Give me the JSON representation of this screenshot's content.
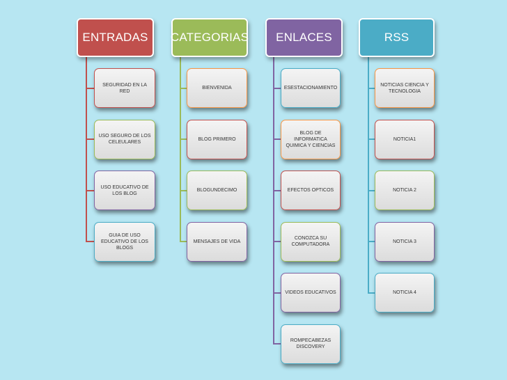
{
  "columns": [
    {
      "header": "ENTRADAS",
      "header_color": "#c0504d",
      "items": [
        {
          "label": "SEGURIDAD EN LA RED",
          "border": "#c0504d"
        },
        {
          "label": "USO SEGURO DE LOS CELEULARES",
          "border": "#9bbb59"
        },
        {
          "label": "USO EDUCATIVO DE LOS BLOG",
          "border": "#8064a2"
        },
        {
          "label": "GUIA DE USO EDUCATIVO DE LOS BLOGS",
          "border": "#4bacc6"
        }
      ]
    },
    {
      "header": "CATEGORIAS",
      "header_color": "#9bbb59",
      "items": [
        {
          "label": "BIENVENIDA",
          "border": "#f79646"
        },
        {
          "label": "BLOG PRIMERO",
          "border": "#c0504d"
        },
        {
          "label": "BLOGUNDECIMO",
          "border": "#9bbb59"
        },
        {
          "label": "MENSAJES DE VIDA",
          "border": "#8064a2"
        }
      ]
    },
    {
      "header": "ENLACES",
      "header_color": "#8064a2",
      "items": [
        {
          "label": "ESESTACIONAMIENTO",
          "border": "#4bacc6"
        },
        {
          "label": "BLOG DE INFORMATICA QUIMICA Y CIENCIAS",
          "border": "#f79646"
        },
        {
          "label": "EFECTOS OPTICOS",
          "border": "#c0504d"
        },
        {
          "label": "CONOZCA SU COMPUTADORA",
          "border": "#9bbb59"
        },
        {
          "label": "VIDEOS EDUCATIVOS",
          "border": "#8064a2"
        },
        {
          "label": "ROMPECABEZAS DISCOVERY",
          "border": "#4bacc6"
        }
      ]
    },
    {
      "header": "RSS",
      "header_color": "#4bacc6",
      "items": [
        {
          "label": "NOTICIAS CIENCIA Y TECNOLOGIA",
          "border": "#f79646"
        },
        {
          "label": "NOTICIA1",
          "border": "#c0504d"
        },
        {
          "label": "NOTICIA 2",
          "border": "#9bbb59"
        },
        {
          "label": "NOTICIA 3",
          "border": "#8064a2"
        },
        {
          "label": "NOTICIA 4",
          "border": "#4bacc6"
        }
      ]
    }
  ]
}
